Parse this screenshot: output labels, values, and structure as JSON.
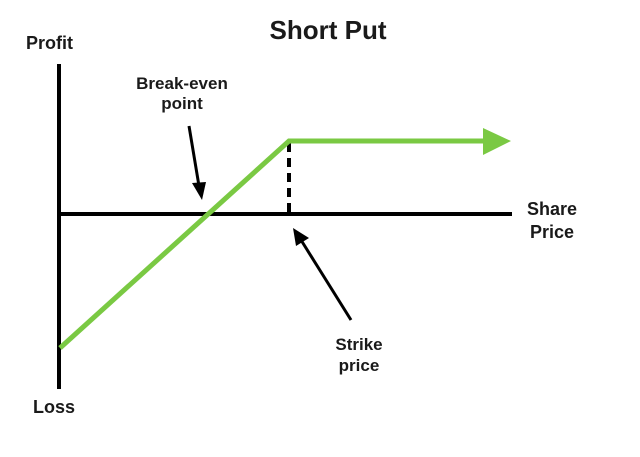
{
  "title": "Short Put",
  "axes": {
    "y_top_label": "Profit",
    "y_bottom_label": "Loss",
    "x_label_line1": "Share",
    "x_label_line2": "Price"
  },
  "annotations": {
    "breakeven_line1": "Break-even",
    "breakeven_line2": "point",
    "strike_line1": "Strike",
    "strike_line2": "price"
  },
  "colors": {
    "payoff_line": "#7ac943",
    "axes": "#000000",
    "text": "#1a1a1a"
  }
}
